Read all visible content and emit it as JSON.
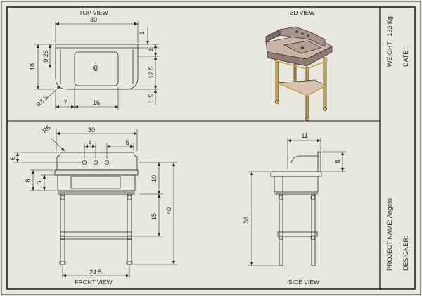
{
  "views": {
    "top": "TOP VIEW",
    "iso": "3D VIEW",
    "front": "FRONT VIEW",
    "side": "SIDE VIEW"
  },
  "title_block": {
    "weight": "WEIGHT : 133 Kg",
    "date": "DATE :",
    "project": "PROJECT NAME: Angelo",
    "designer": "DESIGNER:"
  },
  "dimensions": {
    "top_width": "30",
    "top_1": "1",
    "top_4": "4",
    "top_925": "9.25",
    "top_18": "18",
    "top_125": "12.5",
    "top_r35": "R3.5",
    "top_7": "7",
    "top_16": "16",
    "top_15": "1.5",
    "front_r5": "R5",
    "front_30": "30",
    "front_4": "4",
    "front_5": "5",
    "front_6a": "6",
    "front_8": "8",
    "front_6b": "6",
    "front_10": "10",
    "front_15": "15",
    "front_40": "40",
    "front_245": "24.5",
    "side_11": "11",
    "side_8": "8",
    "side_36": "36"
  },
  "colors": {
    "paper": "#e9e8df",
    "line": "#2a2a2a",
    "marble": "#c9b4a6",
    "brass": "#c8a44a"
  }
}
